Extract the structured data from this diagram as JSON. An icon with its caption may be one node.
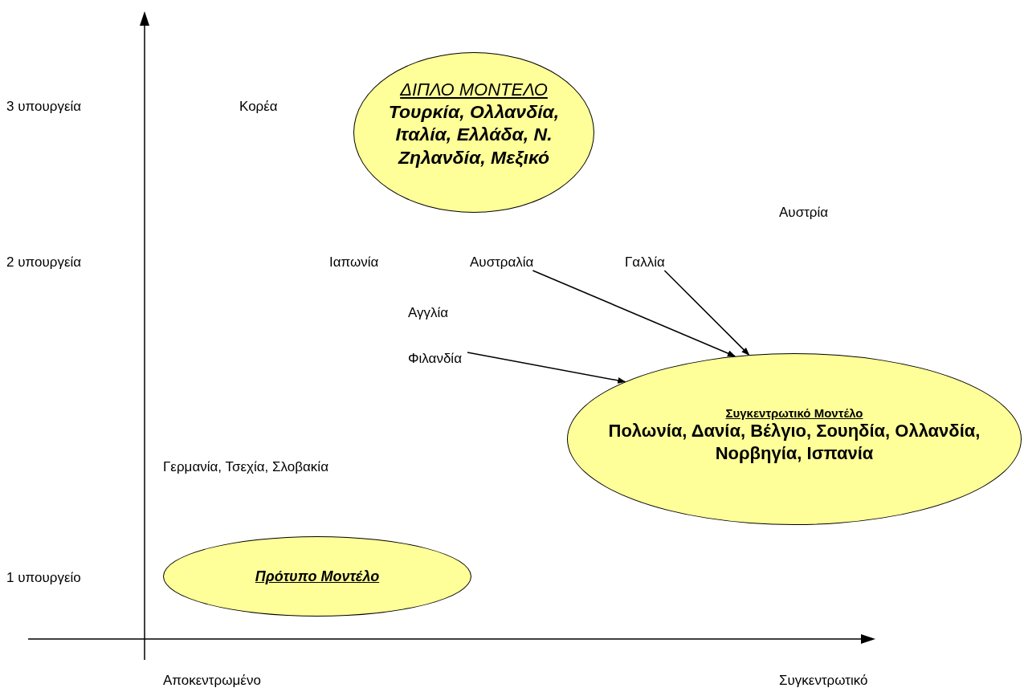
{
  "diagram": {
    "nodes": [
      {
        "text": [
          "ΔΙΠΛΟ ΜΟΝΤΕΛΟ",
          "Τουρκία, Ολλανδία, Ιταλία, Ελλάδα, Ν. Ζηλανδία, Μεξικό"
        ]
      },
      {
        "text": [
          "Αυστραλία"
        ]
      },
      {
        "text": [
          "Γαλλία"
        ]
      },
      {
        "text": [
          "Φιλανδία"
        ]
      },
      {
        "text": [
          "Συγκεντρωτικό Μοντέλο",
          "Πολωνία, Δανία, Βέλγιο, Σουηδία, Ολλανδία, Νορβηγία, Ισπανία"
        ]
      },
      {
        "text": [
          "Πρότυπο Μοντέλο"
        ]
      }
    ],
    "edges": [
      {
        "from": 1,
        "to": 4,
        "arrow": "to"
      },
      {
        "from": 2,
        "to": 4,
        "arrow": "to"
      },
      {
        "from": 3,
        "to": 4,
        "arrow": "to"
      }
    ],
    "labels": [
      "3 υπουργεία",
      "Κορέα",
      "Αυστρία",
      "2 υπουργεία",
      "Ιαπωνία",
      "Αγγλία",
      "Γερμανία, Τσεχία, Σλοβακία",
      "1 υπουργείο",
      "Αποκεντρωμένο",
      "Συγκεντρωτικό"
    ]
  }
}
